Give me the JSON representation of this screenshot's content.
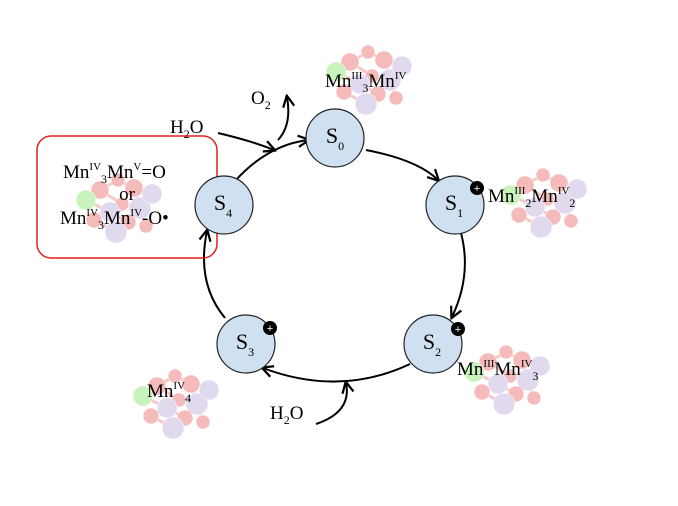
{
  "states": [
    {
      "id": "s0",
      "label": "S",
      "sub": "0",
      "charge": ""
    },
    {
      "id": "s1",
      "label": "S",
      "sub": "1",
      "charge": "+"
    },
    {
      "id": "s2",
      "label": "S",
      "sub": "2",
      "charge": "+"
    },
    {
      "id": "s3",
      "label": "S",
      "sub": "3",
      "charge": "+"
    },
    {
      "id": "s4",
      "label": "S",
      "sub": "4",
      "charge": ""
    }
  ],
  "oxidation": {
    "s0": {
      "a": "Mn",
      "a_sup": "III",
      "a_sub": "3",
      "b": "Mn",
      "b_sup": "IV"
    },
    "s1": {
      "a": "Mn",
      "a_sup": "III",
      "a_sub": "2",
      "b": "Mn",
      "b_sup": "IV",
      "b_sub": "2"
    },
    "s2": {
      "a": "Mn",
      "a_sup": "III",
      "b": "Mn",
      "b_sup": "IV",
      "b_sub": "3"
    },
    "s3": {
      "a": "Mn",
      "a_sup": "IV",
      "a_sub": "4"
    },
    "s4": {
      "line1": {
        "a": "Mn",
        "a_sup": "IV",
        "a_sub": "3",
        "b": "Mn",
        "b_sup": "V",
        "tail": "=O"
      },
      "or": "or",
      "line2": {
        "a": "Mn",
        "a_sup": "IV",
        "a_sub": "3",
        "b": "Mn",
        "b_sup": "IV",
        "tail": "-O•"
      }
    }
  },
  "inputs": {
    "water_top": {
      "main": "H",
      "sub": "2",
      "end": "O"
    },
    "oxygen": {
      "main": "O",
      "sub": "2"
    },
    "water_bottom": {
      "main": "H",
      "sub": "2",
      "end": "O"
    }
  },
  "colors": {
    "state_fill": "#cfe0f0",
    "state_stroke": "#222222",
    "highlight_box": "#e01f1f",
    "oxygen_atom": "#f2a3a3",
    "manganese_atom": "#d8cde8",
    "calcium_atom": "#b8f0a8"
  }
}
